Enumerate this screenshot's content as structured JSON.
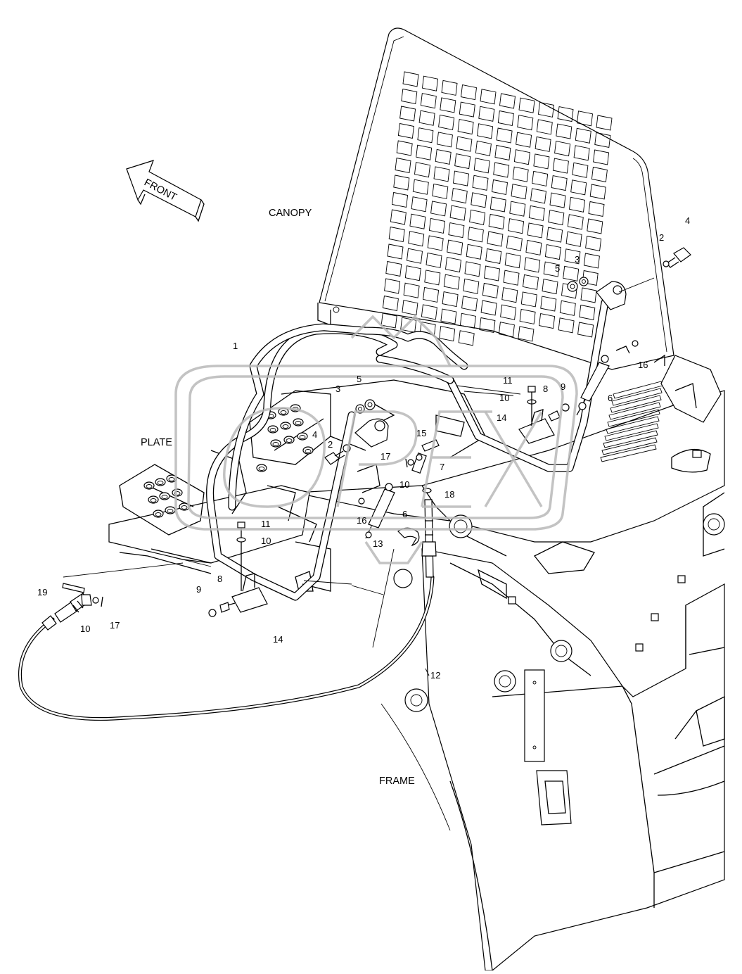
{
  "labels": {
    "canopy": "CANOPY",
    "plate": "PLATE",
    "frame": "FRAME",
    "front": "FRONT"
  },
  "callouts": [
    {
      "id": "c1",
      "text": "1"
    },
    {
      "id": "c2a",
      "text": "2"
    },
    {
      "id": "c2b",
      "text": "2"
    },
    {
      "id": "c3a",
      "text": "3"
    },
    {
      "id": "c3b",
      "text": "3"
    },
    {
      "id": "c4a",
      "text": "4"
    },
    {
      "id": "c4b",
      "text": "4"
    },
    {
      "id": "c5a",
      "text": "5"
    },
    {
      "id": "c5b",
      "text": "5"
    },
    {
      "id": "c6a",
      "text": "6"
    },
    {
      "id": "c6b",
      "text": "6"
    },
    {
      "id": "c7",
      "text": "7"
    },
    {
      "id": "c8a",
      "text": "8"
    },
    {
      "id": "c8b",
      "text": "8"
    },
    {
      "id": "c9a",
      "text": "9"
    },
    {
      "id": "c9b",
      "text": "9"
    },
    {
      "id": "c10a",
      "text": "10"
    },
    {
      "id": "c10b",
      "text": "10"
    },
    {
      "id": "c10c",
      "text": "10"
    },
    {
      "id": "c10d",
      "text": "10"
    },
    {
      "id": "c11a",
      "text": "11"
    },
    {
      "id": "c11b",
      "text": "11"
    },
    {
      "id": "c12",
      "text": "12"
    },
    {
      "id": "c13",
      "text": "13"
    },
    {
      "id": "c14a",
      "text": "14"
    },
    {
      "id": "c14b",
      "text": "14"
    },
    {
      "id": "c15",
      "text": "15"
    },
    {
      "id": "c16a",
      "text": "16"
    },
    {
      "id": "c16b",
      "text": "16"
    },
    {
      "id": "c17a",
      "text": "17"
    },
    {
      "id": "c17b",
      "text": "17"
    },
    {
      "id": "c18",
      "text": "18"
    },
    {
      "id": "c19",
      "text": "19"
    }
  ],
  "icons": {
    "direction_arrow": "front-arrow-icon",
    "watermark": "logo-watermark"
  }
}
